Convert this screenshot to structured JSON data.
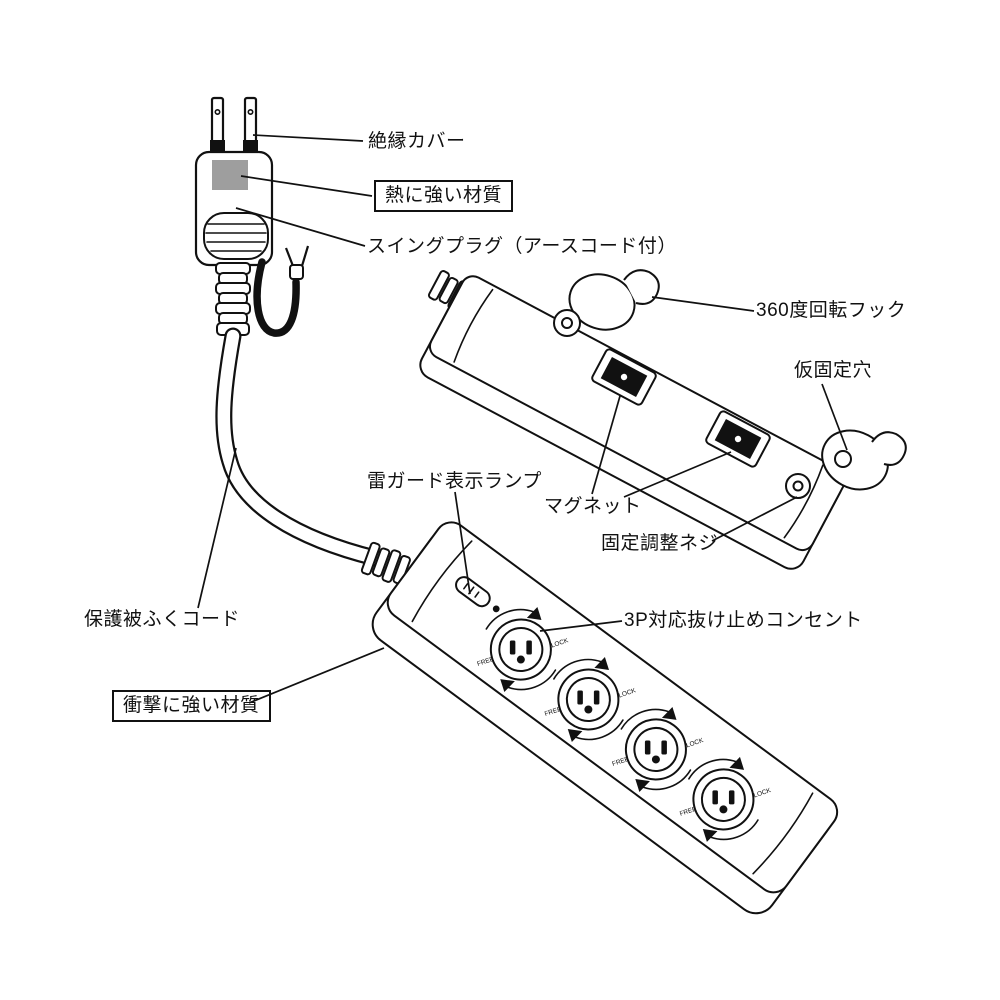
{
  "diagram": {
    "labels": {
      "insulation_cover": "絶縁カバー",
      "heat_resistant": "熱に強い材質",
      "swing_plug": "スイングプラグ（アースコード付）",
      "rotating_hook": "360度回転フック",
      "temp_fixing_hole": "仮固定穴",
      "surge_lamp": "雷ガード表示ランプ",
      "magnet": "マグネット",
      "fixing_screw": "固定調整ネジ",
      "protective_cord": "保護被ふくコード",
      "outlet_3p": "3P対応抜け止めコンセント",
      "impact_resistant": "衝撃に強い材質"
    },
    "outlet_ring_labels": {
      "free": "FREE",
      "lock": "LOCK"
    },
    "colors": {
      "line": "#111111",
      "heat_highlight": "#9e9e9e",
      "background": "#ffffff"
    }
  }
}
